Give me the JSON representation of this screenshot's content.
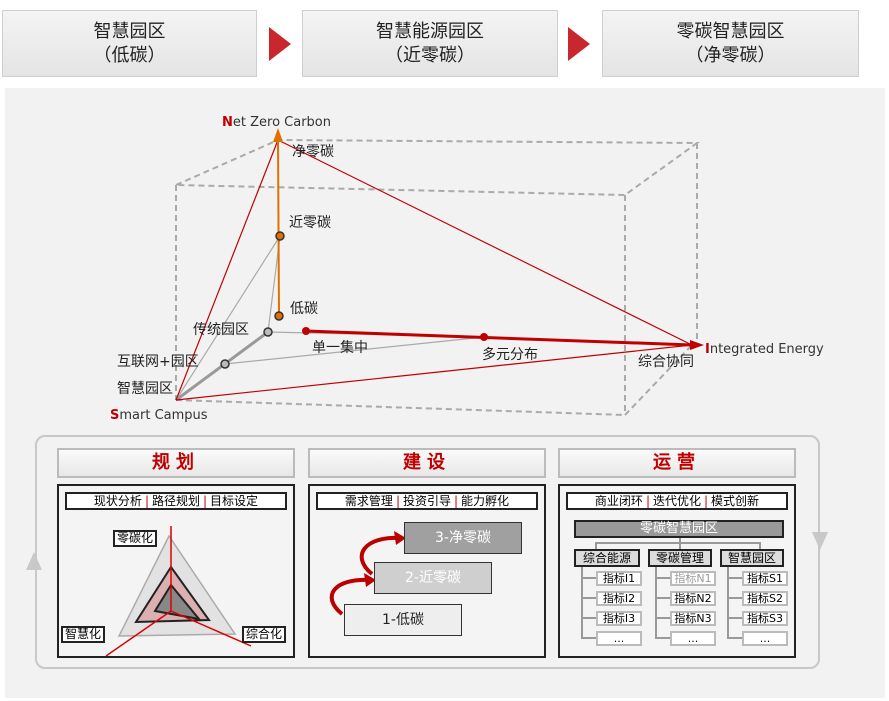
{
  "stages": [
    {
      "title": "智慧园区",
      "sub": "（低碳）"
    },
    {
      "title": "智慧能源园区",
      "sub": "（近零碳）"
    },
    {
      "title": "零碳智慧园区",
      "sub": "（净零碳）"
    }
  ],
  "axes": {
    "vertical": {
      "initial": "N",
      "rest": "et Zero Carbon"
    },
    "right": {
      "initial": "I",
      "rest": "ntegrated Energy"
    },
    "origin": {
      "initial": "S",
      "rest": "mart Campus"
    }
  },
  "points": {
    "net_zero": "净零碳",
    "near_zero": "近零碳",
    "low_carbon": "低碳",
    "traditional": "传统园区",
    "internet": "互联网+园区",
    "smart": "智慧园区",
    "single": "单一集中",
    "multi": "多元分布",
    "synergy": "综合协同"
  },
  "colors": {
    "accent": "#c00000",
    "orange": "#e07000"
  },
  "panels": {
    "planning": {
      "title": "规划",
      "tags": [
        "现状分析",
        "路径规划",
        "目标设定"
      ],
      "radar": [
        "零碳化",
        "智慧化",
        "综合化"
      ]
    },
    "construction": {
      "title": "建设",
      "tags": [
        "需求管理",
        "投资引导",
        "能力孵化"
      ],
      "steps": [
        "3-净零碳",
        "2-近零碳",
        "1-低碳"
      ]
    },
    "operation": {
      "title": "运营",
      "tags": [
        "商业闭环",
        "迭代优化",
        "模式创新"
      ],
      "root": "零碳智慧园区",
      "groups": [
        {
          "name": "综合能源",
          "items": [
            "指标I1",
            "指标I2",
            "指标I3",
            "..."
          ]
        },
        {
          "name": "零碳管理",
          "items": [
            "指标N1",
            "指标N2",
            "指标N3",
            "..."
          ]
        },
        {
          "name": "智慧园区",
          "items": [
            "指标S1",
            "指标S2",
            "指标S3",
            "..."
          ]
        }
      ]
    }
  }
}
